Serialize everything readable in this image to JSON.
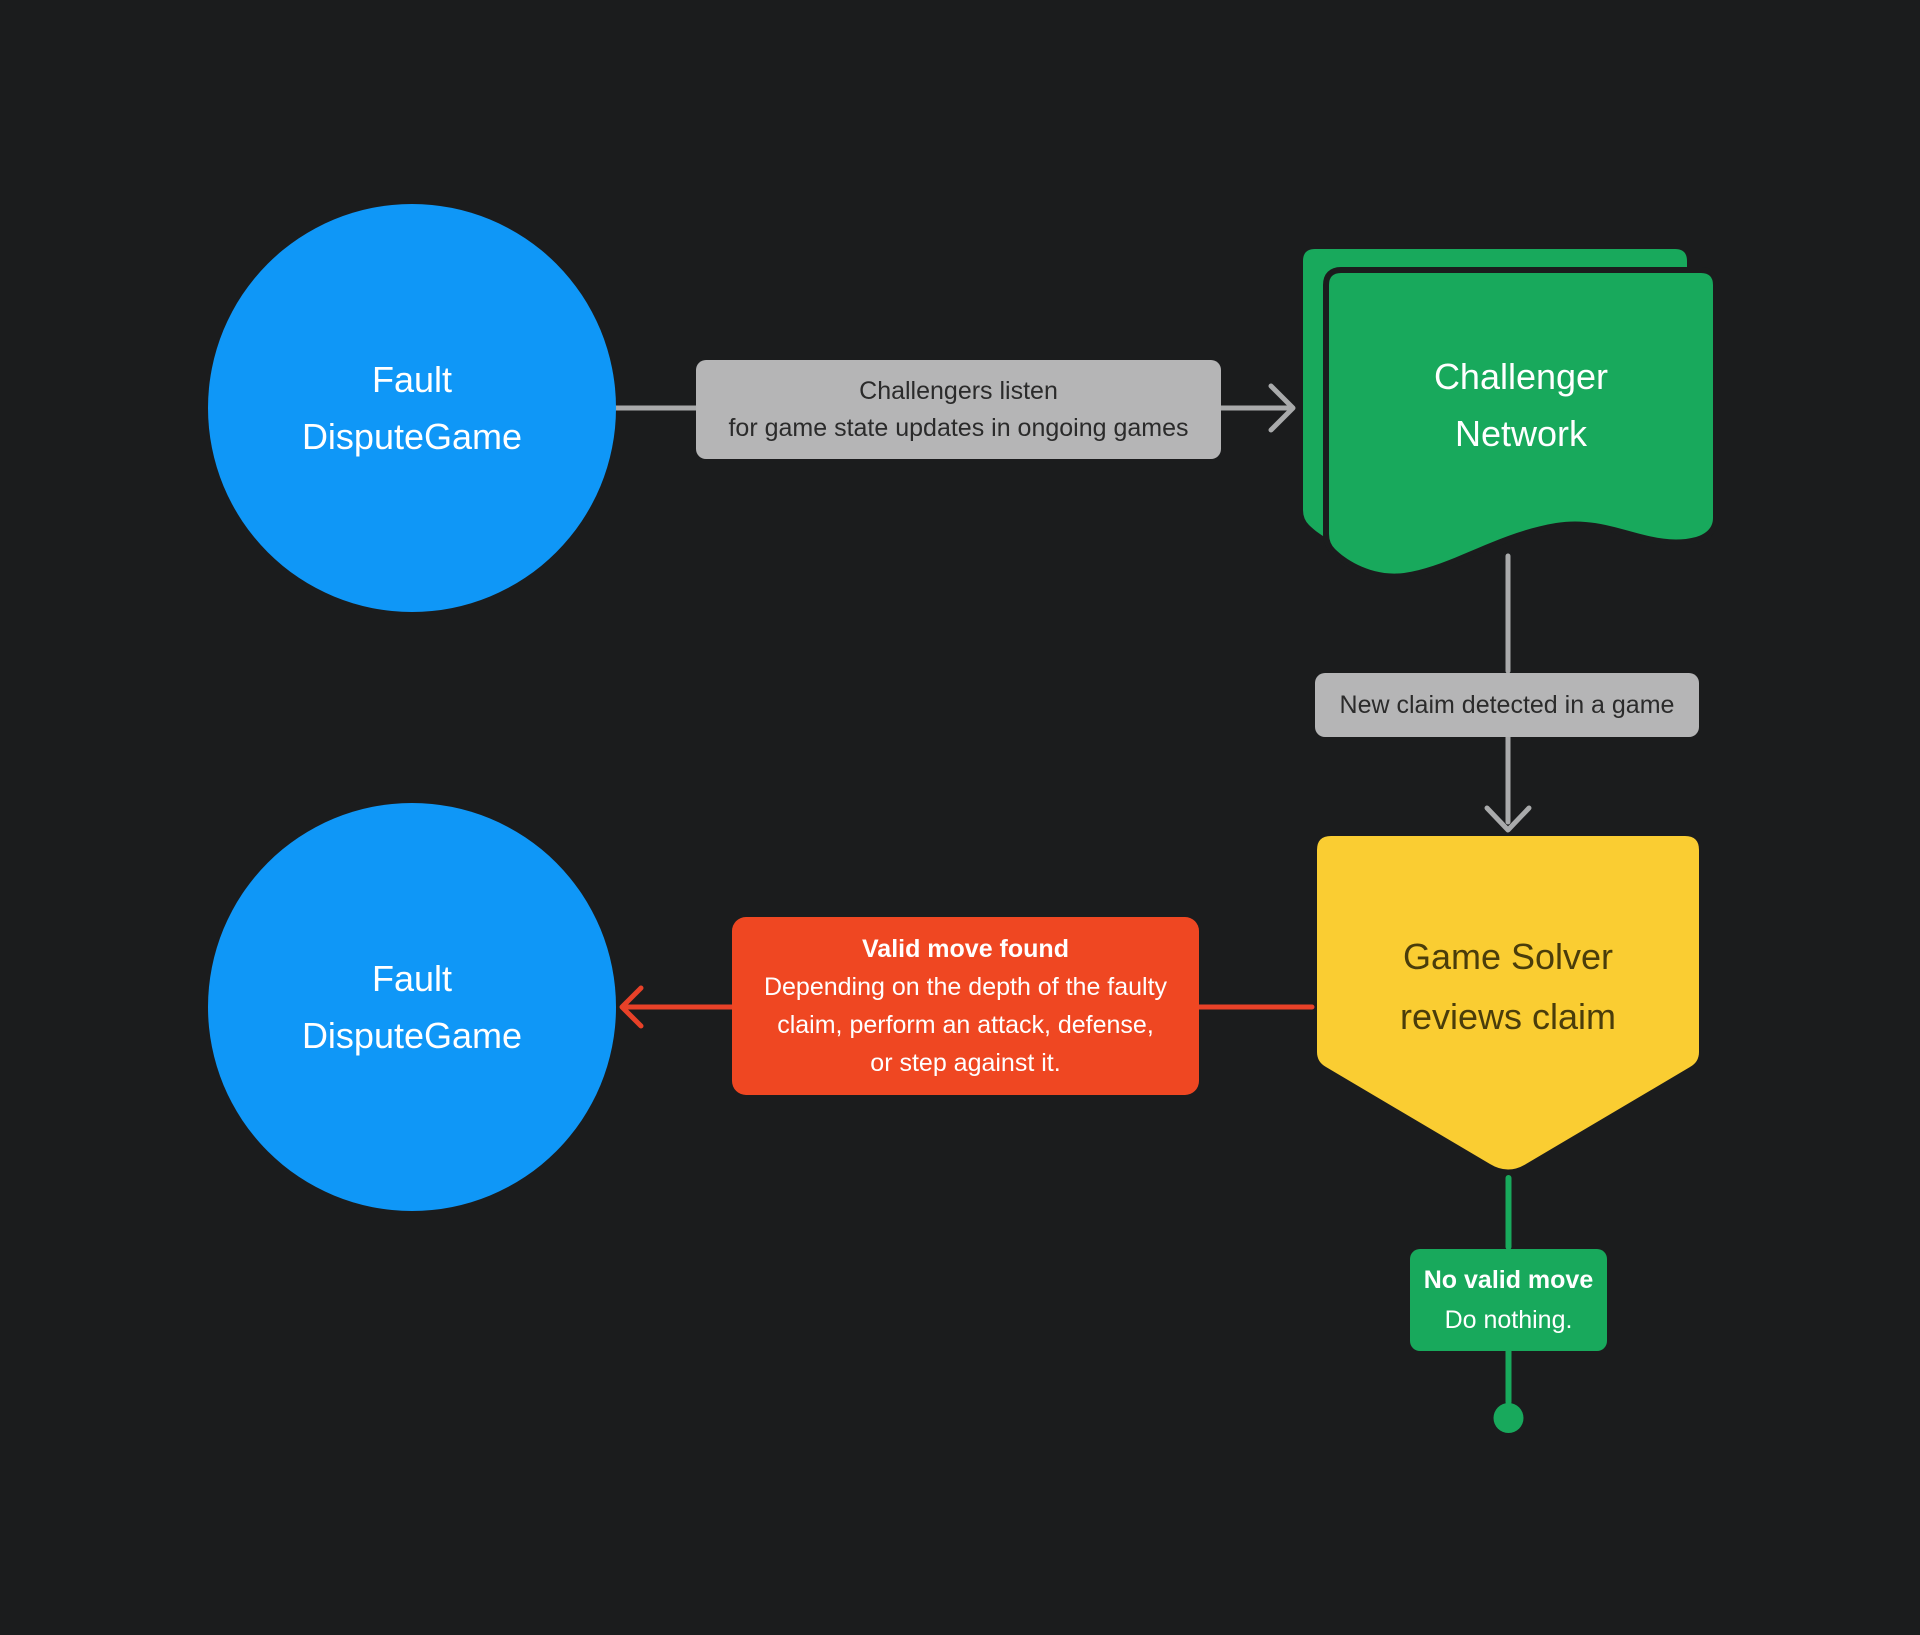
{
  "colors": {
    "bg": "#1b1c1d",
    "blue": "#0f97f7",
    "green": "#18a95c",
    "yellow": "#facd32",
    "red": "#ef4722",
    "red_line": "#e84128",
    "gray_box": "#b5b5b6",
    "gray_line": "#a9aaab",
    "dark_text": "#2b2b2b",
    "yellow_text": "#4a3d0b",
    "white_text": "#ffffff"
  },
  "nodes": {
    "fault_top": {
      "lines": [
        "Fault",
        "DisputeGame"
      ]
    },
    "challenger_network": {
      "lines": [
        "Challenger",
        "Network"
      ]
    },
    "game_solver": {
      "lines": [
        "Game Solver",
        "reviews claim"
      ]
    },
    "fault_bottom": {
      "lines": [
        "Fault",
        "DisputeGame"
      ]
    }
  },
  "labels": {
    "challengers_listen": {
      "lines": [
        "Challengers listen",
        "for game state updates in ongoing games"
      ]
    },
    "new_claim": {
      "text": "New claim detected in a game"
    },
    "valid_move": {
      "title": "Valid move found",
      "lines": [
        "Depending on the depth of the faulty",
        "claim, perform an attack, defense,",
        "or step against it."
      ]
    },
    "no_valid_move": {
      "title": "No valid move",
      "line": "Do nothing."
    }
  }
}
